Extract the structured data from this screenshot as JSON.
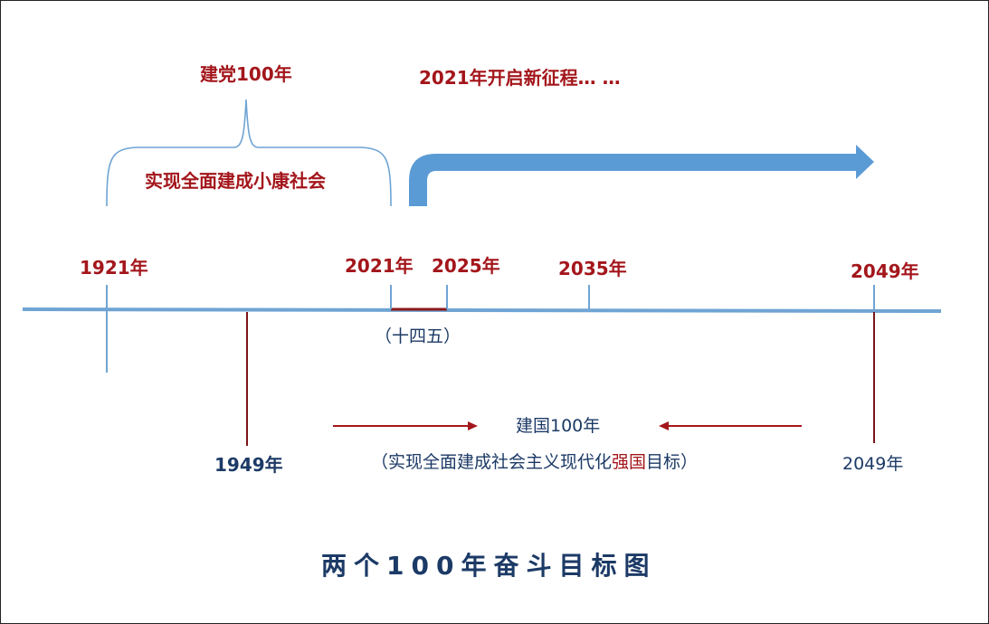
{
  "top": {
    "party_centenary": "建党100年",
    "new_journey": "2021年开启新征程… …",
    "moderately_prosperous": "实现全面建成小康社会"
  },
  "years_above": {
    "y1921": "1921年",
    "y2021": "2021年",
    "y2025": "2025年",
    "y2035": "2035年",
    "y2049": "2049年"
  },
  "five_year_plan": "（十四五）",
  "bottom": {
    "y1949": "1949年",
    "nation_centenary": "建国100年",
    "goal_prefix": "（实现全面建成社会主义现代化",
    "goal_highlight": "强国",
    "goal_suffix": "目标）",
    "y2049": "2049年"
  },
  "title": "两个100年奋斗目标图",
  "colors": {
    "timeline_blue": "#6fa4d4",
    "arrow_blue": "#5b9bd5",
    "red": "#a3161b",
    "navy": "#1c3a66"
  }
}
